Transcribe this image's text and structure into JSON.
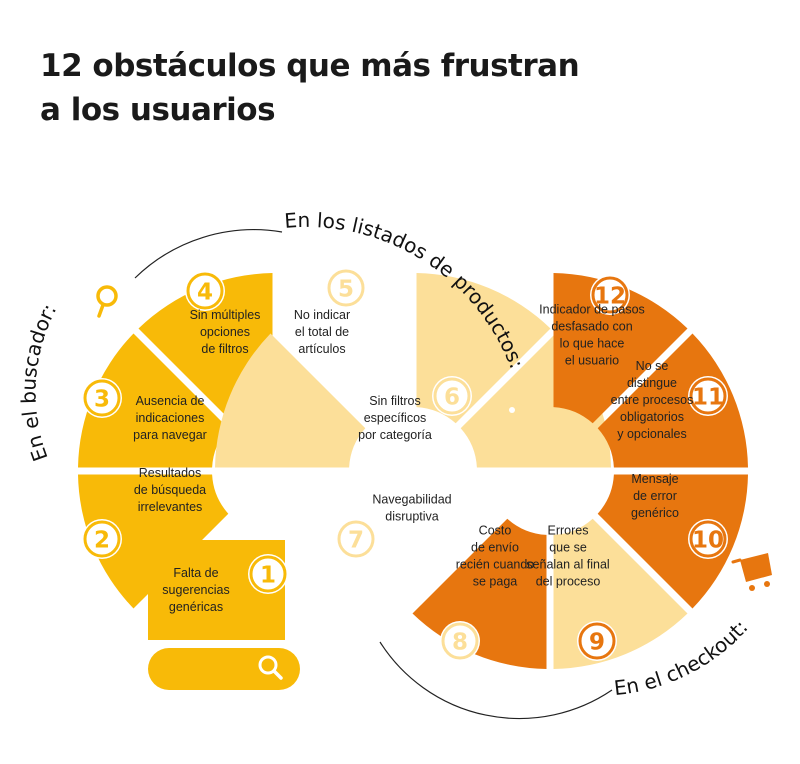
{
  "title": {
    "line1": "12 obstáculos que más frustran",
    "line2": "a los usuarios"
  },
  "colors": {
    "buscador": "#F8BA08",
    "listados": "#FCDF99",
    "checkout": "#E7760F",
    "text": "#222222",
    "background": "#FFFFFF"
  },
  "sections": {
    "buscador": "En el buscador:",
    "listados": "En los listados de productos:",
    "checkout": "En el checkout:"
  },
  "icons": {
    "buscador": "magnifier-icon",
    "listados": "price-tag-icon",
    "checkout": "shopping-cart-icon",
    "search_bar": "search-icon"
  },
  "obstacles": [
    {
      "n": "1",
      "group": "buscador",
      "lines": [
        "Falta de",
        "sugerencias",
        "genéricas"
      ]
    },
    {
      "n": "2",
      "group": "buscador",
      "lines": [
        "Resultados",
        "de búsqueda",
        "irrelevantes"
      ]
    },
    {
      "n": "3",
      "group": "buscador",
      "lines": [
        "Ausencia de",
        "indicaciones",
        "para navegar"
      ]
    },
    {
      "n": "4",
      "group": "buscador",
      "lines": [
        "Sin múltiples",
        "opciones",
        "de filtros"
      ]
    },
    {
      "n": "5",
      "group": "listados",
      "lines": [
        "No indicar",
        "el total de",
        "artículos"
      ]
    },
    {
      "n": "6",
      "group": "listados",
      "lines": [
        "Sin filtros",
        "específicos",
        "por categoría"
      ]
    },
    {
      "n": "7",
      "group": "listados",
      "lines": [
        "Navegabilidad",
        "disruptiva"
      ]
    },
    {
      "n": "8",
      "group": "listados",
      "lines": [
        "Costo",
        "de envío",
        "recién cuando",
        "se paga"
      ]
    },
    {
      "n": "9",
      "group": "checkout",
      "lines": [
        "Errores",
        "que se",
        "señalan al final",
        "del proceso"
      ]
    },
    {
      "n": "10",
      "group": "checkout",
      "lines": [
        "Mensaje",
        "de error",
        "genérico"
      ]
    },
    {
      "n": "11",
      "group": "checkout",
      "lines": [
        "No se",
        "distingue",
        "entre procesos",
        "obligatorios",
        "y opcionales"
      ]
    },
    {
      "n": "12",
      "group": "checkout",
      "lines": [
        "Indicador de pasos",
        "desfasado con",
        "lo que hace",
        "el usuario"
      ]
    }
  ]
}
